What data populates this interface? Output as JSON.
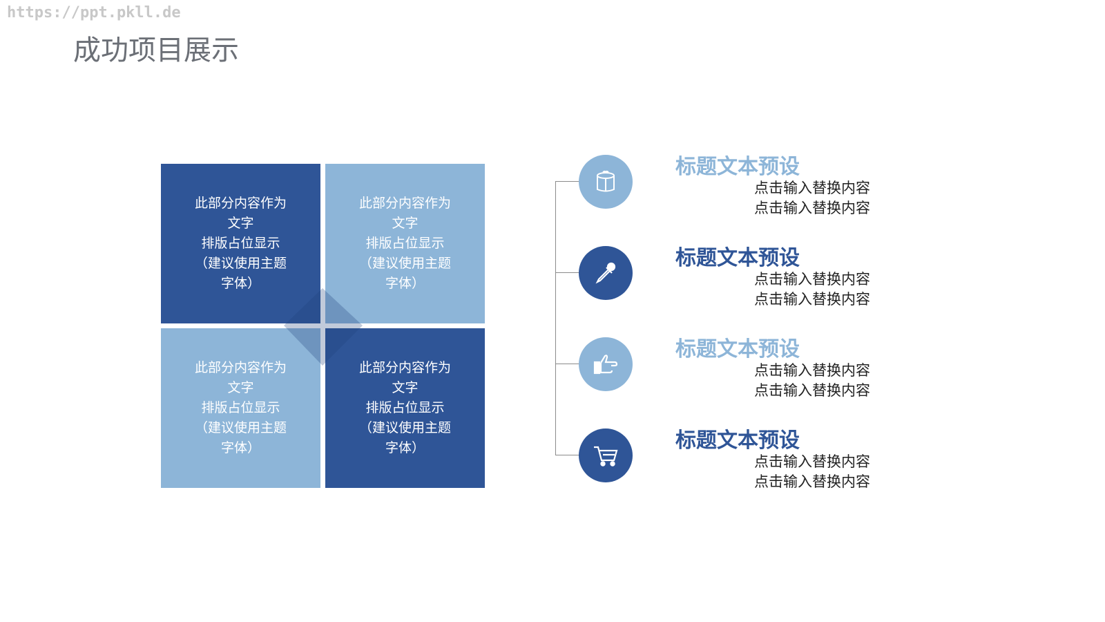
{
  "watermark": "https://ppt.pkll.de",
  "page_title": "成功项目展示",
  "tiles": [
    {
      "lines": [
        "此部分内容作为",
        "文字",
        "排版占位显示",
        "（建议使用主题",
        "字体）"
      ]
    },
    {
      "lines": [
        "此部分内容作为",
        "文字",
        "排版占位显示",
        "（建议使用主题",
        "字体）"
      ]
    },
    {
      "lines": [
        "此部分内容作为",
        "文字",
        "排版占位显示",
        "（建议使用主题",
        "字体）"
      ]
    },
    {
      "lines": [
        "此部分内容作为",
        "文字",
        "排版占位显示",
        "（建议使用主题",
        "字体）"
      ]
    }
  ],
  "items": [
    {
      "icon": "gift-icon",
      "title": "标题文本预设",
      "line1": "点击输入替换内容",
      "line2": "点击输入替换内容"
    },
    {
      "icon": "eyedropper-icon",
      "title": "标题文本预设",
      "line1": "点击输入替换内容",
      "line2": "点击输入替换内容"
    },
    {
      "icon": "hand-pointer-icon",
      "title": "标题文本预设",
      "line1": "点击输入替换内容",
      "line2": "点击输入替换内容"
    },
    {
      "icon": "shopping-cart-icon",
      "title": "标题文本预设",
      "line1": "点击输入替换内容",
      "line2": "点击输入替换内容"
    }
  ],
  "colors": {
    "dark": "#2f5597",
    "light": "#8db5d8",
    "title_gray": "#6b6f76"
  }
}
